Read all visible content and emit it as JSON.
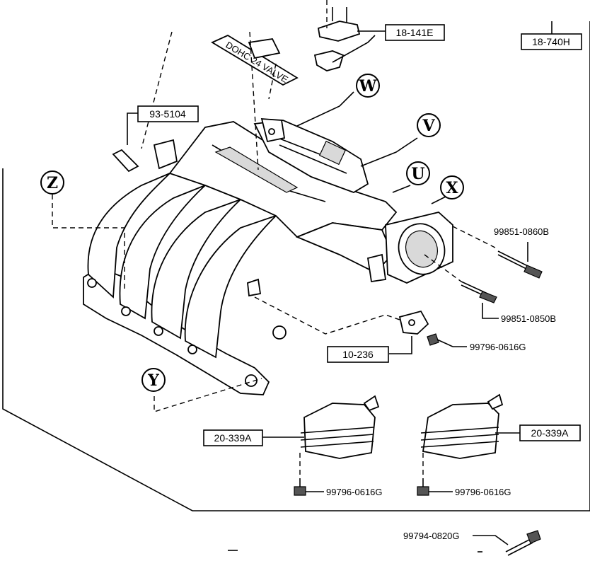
{
  "callouts": {
    "c18_141E": "18-141E",
    "c18_740H": "18-740H",
    "c93_5104": "93-5104",
    "c10_236": "10-236",
    "c20_339A_left": "20-339A",
    "c20_339A_right": "20-339A"
  },
  "part_numbers": {
    "p99851_0860B": "99851-0860B",
    "p99851_0850B": "99851-0850B",
    "p99796_0616G_a": "99796-0616G",
    "p99796_0616G_b": "99796-0616G",
    "p99796_0616G_c": "99796-0616G",
    "p99794_0820G": "99794-0820G"
  },
  "view_markers": {
    "W": "W",
    "V": "V",
    "U": "U",
    "X": "X",
    "Z": "Z",
    "Y": "Y"
  },
  "plate_text": "DOHC 24 VALVE"
}
